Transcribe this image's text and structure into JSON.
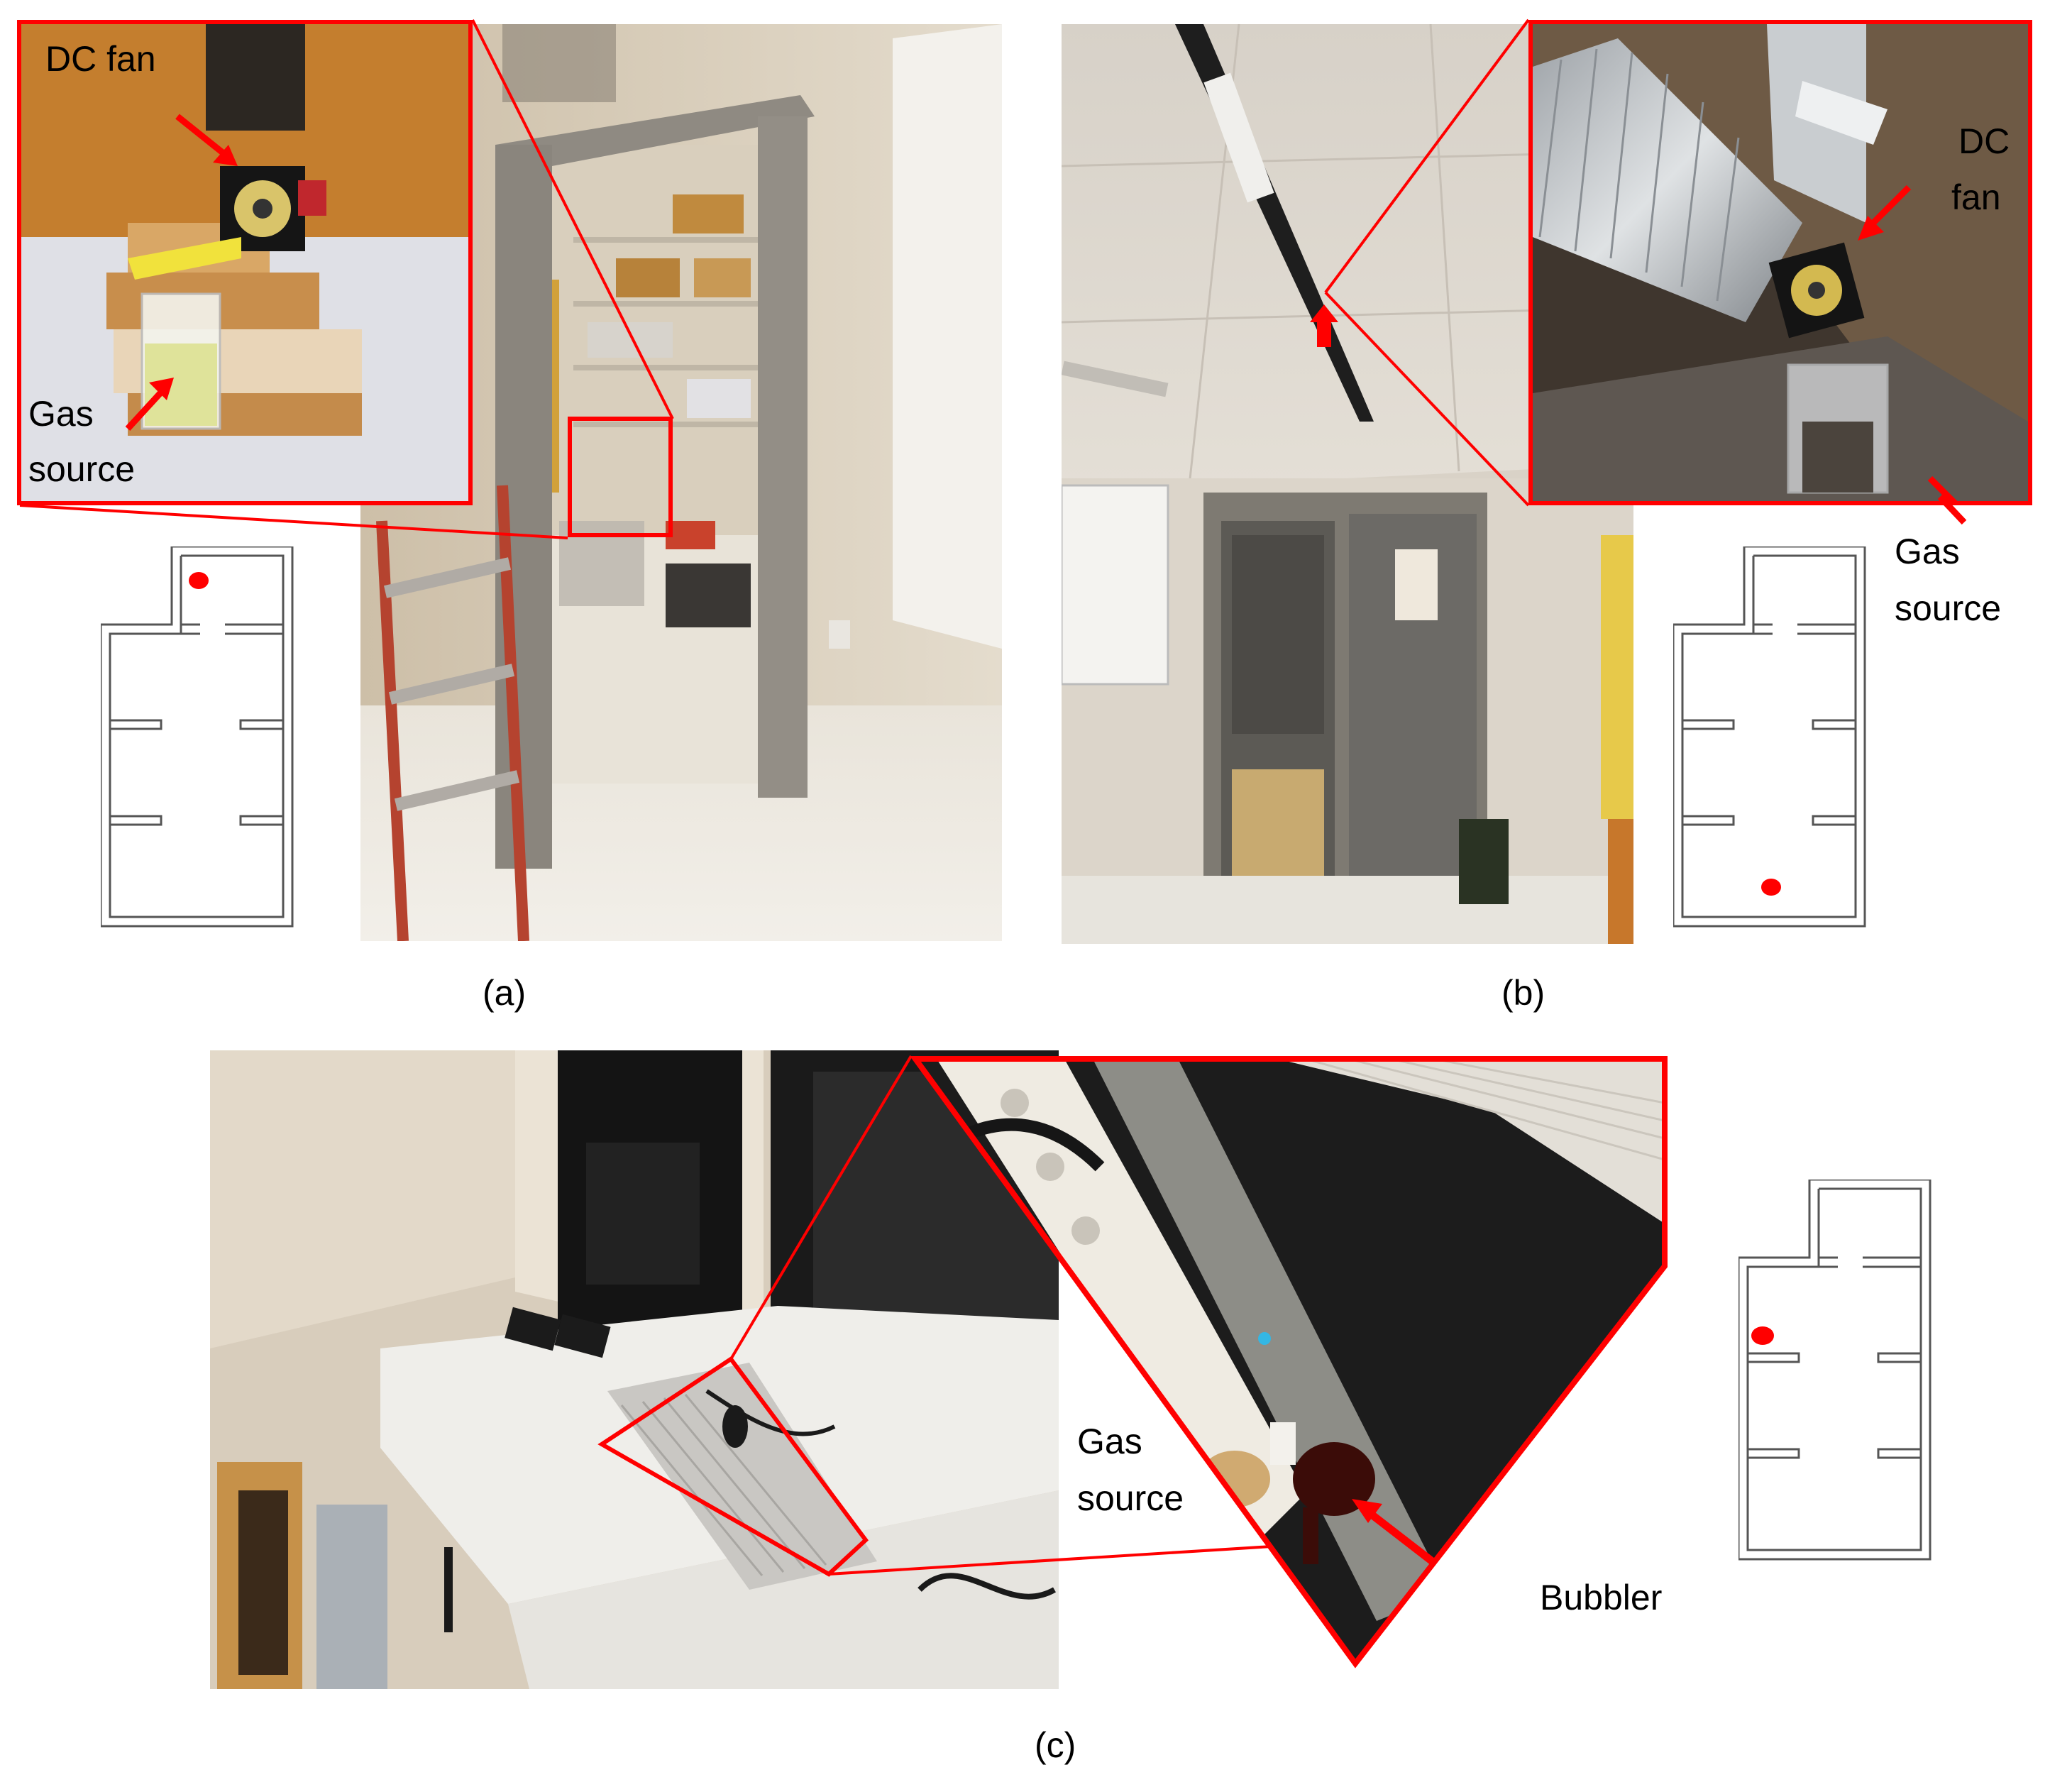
{
  "figure": {
    "panel_a": {
      "caption": "(a)",
      "callouts": {
        "fan_label": "DC fan",
        "source_label_line1": "Gas",
        "source_label_line2": "source"
      }
    },
    "panel_b": {
      "caption": "(b)",
      "callouts": {
        "fan_label_line1": "DC",
        "fan_label_line2": "fan",
        "source_label_line1": "Gas",
        "source_label_line2": "source"
      }
    },
    "panel_c": {
      "caption": "(c)",
      "callouts": {
        "source_label_line1": "Gas",
        "source_label_line2": "source",
        "bubbler_label": "Bubbler"
      }
    },
    "colors": {
      "accent_red": "#ff0000",
      "floorplan_line": "#555555"
    }
  }
}
